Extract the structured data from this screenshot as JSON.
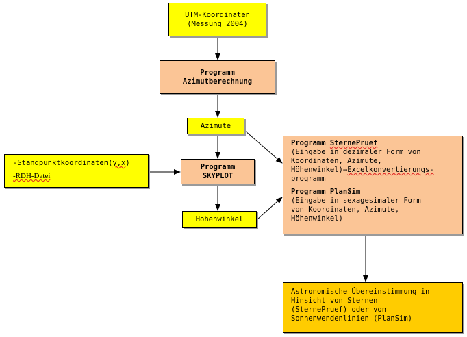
{
  "boxes": {
    "utm": {
      "line1": "UTM-Koordinaten",
      "line2": "(Messung 2004)"
    },
    "azimut_prog": {
      "line1": "Programm",
      "line2": "Azimutberechnung"
    },
    "azimute": {
      "label": "Azimute"
    },
    "skyplot": {
      "line1": "Programm",
      "line2": "SKYPLOT"
    },
    "hoehenwinkel": {
      "label": "Höhenwinkel"
    },
    "input": {
      "line1_prefix": "-Standpunktkoordinaten(",
      "line1_coords": "y,x",
      "line1_suffix": ")",
      "line2": "-RDH-Datei"
    },
    "programs": {
      "sternepruef_prefix": "Programm ",
      "sternepruef_name": "SternePruef",
      "sternepruef_desc1": "(Eingabe in dezimaler Form von",
      "sternepruef_desc2": "Koordinaten, Azimute,",
      "sternepruef_desc3_prefix": "Höhenwinkel)",
      "sternepruef_arrow": "→",
      "sternepruef_desc3_link": "Excelkonvertierungs-",
      "sternepruef_desc4": "programm",
      "plansim_prefix": "Programm ",
      "plansim_name": "PlanSim",
      "plansim_desc1": "(Eingabe in sexagesimaler Form",
      "plansim_desc2": "von Koordinaten, Azimute,",
      "plansim_desc3": "Höhenwinkel)"
    },
    "result": {
      "line1": "Astronomische Übereinstimmung in",
      "line2": "Hinsicht von Sternen",
      "line3": "(SternePruef) oder von",
      "line4": "Sonnenwendenlinien (PlanSim)"
    }
  },
  "colors": {
    "yellow": "#ffff00",
    "peach": "#fbc596",
    "orange": "#ffcc00"
  }
}
